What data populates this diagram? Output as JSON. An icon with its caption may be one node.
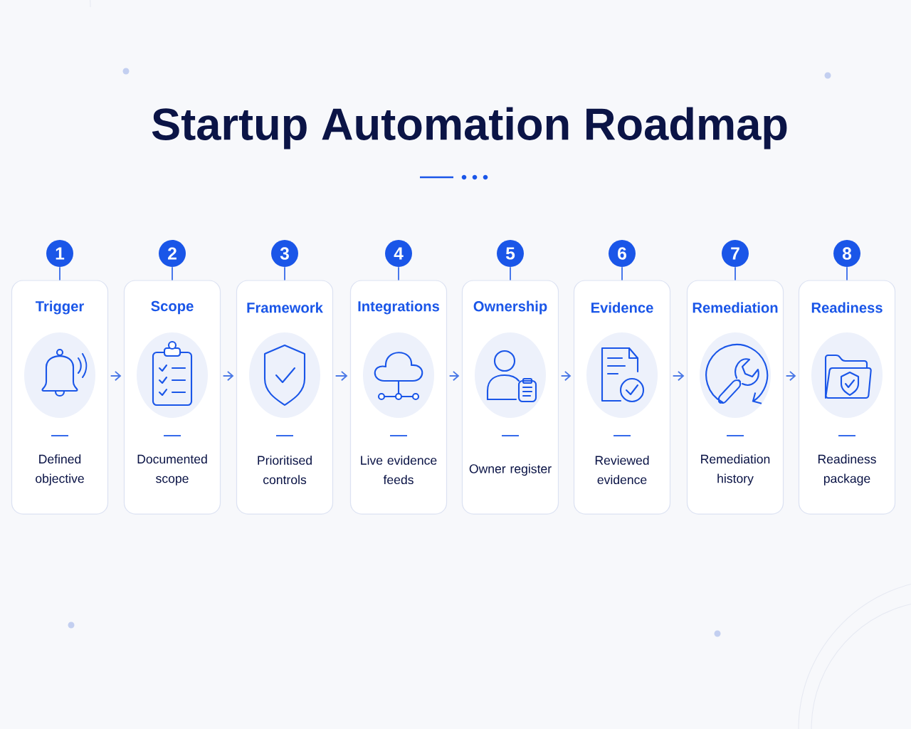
{
  "diagram": {
    "title": "Startup Automation Roadmap",
    "nodes": [
      {
        "text": [
          "1"
        ]
      },
      {
        "text": [
          "2"
        ]
      },
      {
        "text": [
          "3"
        ]
      },
      {
        "text": [
          "4"
        ]
      },
      {
        "text": [
          "5"
        ]
      },
      {
        "text": [
          "6"
        ]
      },
      {
        "text": [
          "7"
        ]
      },
      {
        "text": [
          "8"
        ]
      },
      {
        "text": [
          "Trigger",
          "Defined objective"
        ]
      },
      {
        "text": [
          "Scope",
          "Documented scope"
        ]
      },
      {
        "text": [
          "Framework",
          "Prioritised controls"
        ]
      },
      {
        "text": [
          "Integrations",
          "Live evidence feeds"
        ]
      },
      {
        "text": [
          "Ownership",
          "Owner register"
        ]
      },
      {
        "text": [
          "Evidence",
          "Reviewed evidence"
        ]
      },
      {
        "text": [
          "Remediation",
          "Remediation history"
        ]
      },
      {
        "text": [
          "Readiness",
          "Readiness package"
        ]
      }
    ],
    "edges": [
      {
        "from": 8,
        "to": 9,
        "arrow": "to"
      },
      {
        "from": 9,
        "to": 10,
        "arrow": "to"
      },
      {
        "from": 10,
        "to": 11,
        "arrow": "to"
      },
      {
        "from": 11,
        "to": 12,
        "arrow": "to"
      },
      {
        "from": 12,
        "to": 13,
        "arrow": "to"
      },
      {
        "from": 13,
        "to": 14,
        "arrow": "to"
      },
      {
        "from": 14,
        "to": 15,
        "arrow": "to"
      },
      {
        "from": 0,
        "to": 8,
        "arrow": "none"
      },
      {
        "from": 1,
        "to": 9,
        "arrow": "none"
      },
      {
        "from": 2,
        "to": 10,
        "arrow": "none"
      },
      {
        "from": 3,
        "to": 11,
        "arrow": "none"
      },
      {
        "from": 4,
        "to": 12,
        "arrow": "none"
      },
      {
        "from": 5,
        "to": 13,
        "arrow": "none"
      },
      {
        "from": 6,
        "to": 14,
        "arrow": "none"
      },
      {
        "from": 7,
        "to": 15,
        "arrow": "none"
      }
    ]
  }
}
